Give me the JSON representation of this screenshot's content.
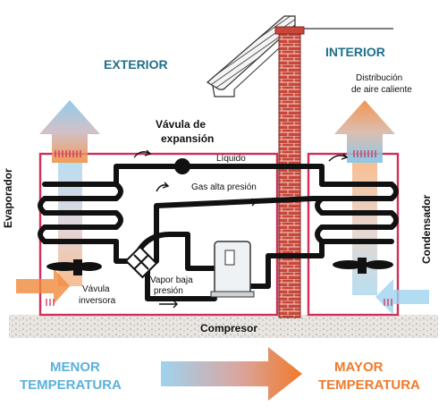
{
  "labels": {
    "exterior": "EXTERIOR",
    "interior": "INTERIOR",
    "distribucion_1": "Distribución",
    "distribucion_2": "de aire caliente",
    "valvula_exp_1": "Vávula de",
    "valvula_exp_2": "expansión",
    "liquido": "Líquido",
    "gas_alta": "Gas alta presión",
    "vapor_baja_1": "Vapor baja",
    "vapor_baja_2": "presión",
    "valvula_inv_1": "Vávula",
    "valvula_inv_2": "inversora",
    "compresor": "Compresor",
    "evaporador": "Evaporador",
    "condensador": "Condensador",
    "menor_1": "MENOR",
    "menor_2": "TEMPERATURA",
    "mayor_1": "MAYOR",
    "mayor_2": "TEMPERATURA"
  },
  "colors": {
    "cold": "#7fc3e6",
    "hot": "#f08a3c",
    "pipe": "#111111",
    "frame": "#d0305a",
    "brick": "#c8463a",
    "title_blue": "#1f6f8b"
  }
}
